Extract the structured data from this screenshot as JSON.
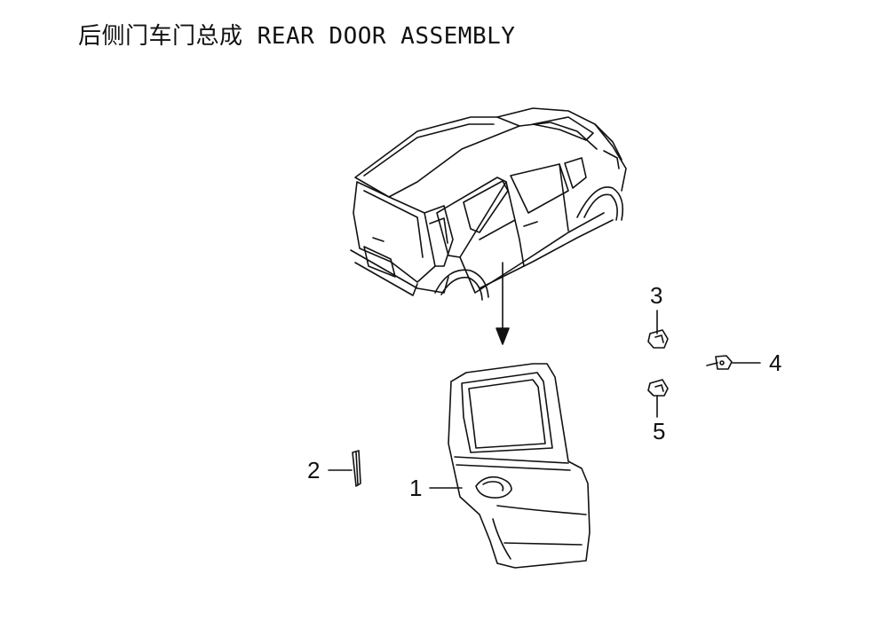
{
  "title": "后侧门车门总成 REAR DOOR ASSEMBLY",
  "callouts": {
    "door_panel": "1",
    "weatherstrip": "2",
    "upper_hinge": "3",
    "door_check": "4",
    "lower_hinge": "5"
  },
  "colors": {
    "line": "#111111",
    "background": "#ffffff"
  }
}
